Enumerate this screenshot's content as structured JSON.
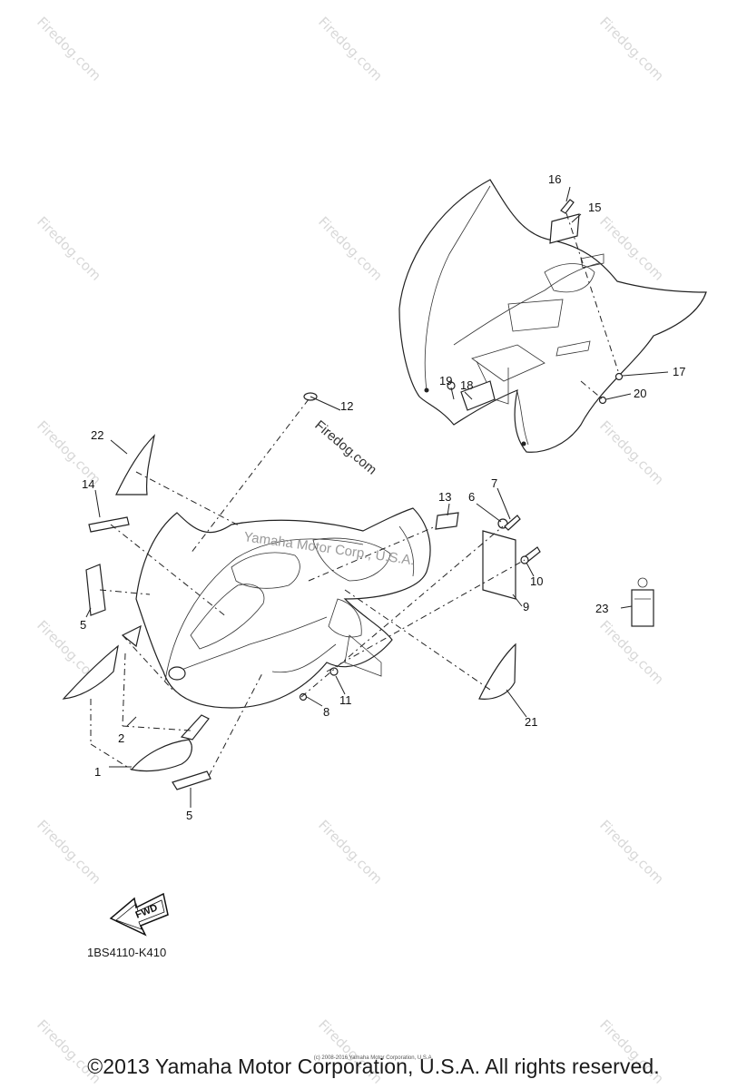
{
  "watermark": "Firedog.com",
  "inline_watermark": "Yamaha Motor Corp., U.S.A.",
  "diagram_code": "1BS4110-K410",
  "fwd_label": "FWD",
  "copyright": "©2013 Yamaha Motor Corporation, U.S.A. All rights reserved.",
  "copyright_small": "(c) 2008-2016 Yamaha Motor Corporation, U.S.A.",
  "callouts": [
    {
      "id": "c1",
      "label": "1"
    },
    {
      "id": "c2",
      "label": "2"
    },
    {
      "id": "c5a",
      "label": "5"
    },
    {
      "id": "c5b",
      "label": "5"
    },
    {
      "id": "c6",
      "label": "6"
    },
    {
      "id": "c7",
      "label": "7"
    },
    {
      "id": "c8",
      "label": "8"
    },
    {
      "id": "c9",
      "label": "9"
    },
    {
      "id": "c10",
      "label": "10"
    },
    {
      "id": "c11",
      "label": "11"
    },
    {
      "id": "c12",
      "label": "12"
    },
    {
      "id": "c13",
      "label": "13"
    },
    {
      "id": "c14",
      "label": "14"
    },
    {
      "id": "c15",
      "label": "15"
    },
    {
      "id": "c16",
      "label": "16"
    },
    {
      "id": "c17",
      "label": "17"
    },
    {
      "id": "c18",
      "label": "18"
    },
    {
      "id": "c19",
      "label": "19"
    },
    {
      "id": "c20",
      "label": "20"
    },
    {
      "id": "c21",
      "label": "21"
    },
    {
      "id": "c22",
      "label": "22"
    },
    {
      "id": "c23",
      "label": "23"
    }
  ]
}
